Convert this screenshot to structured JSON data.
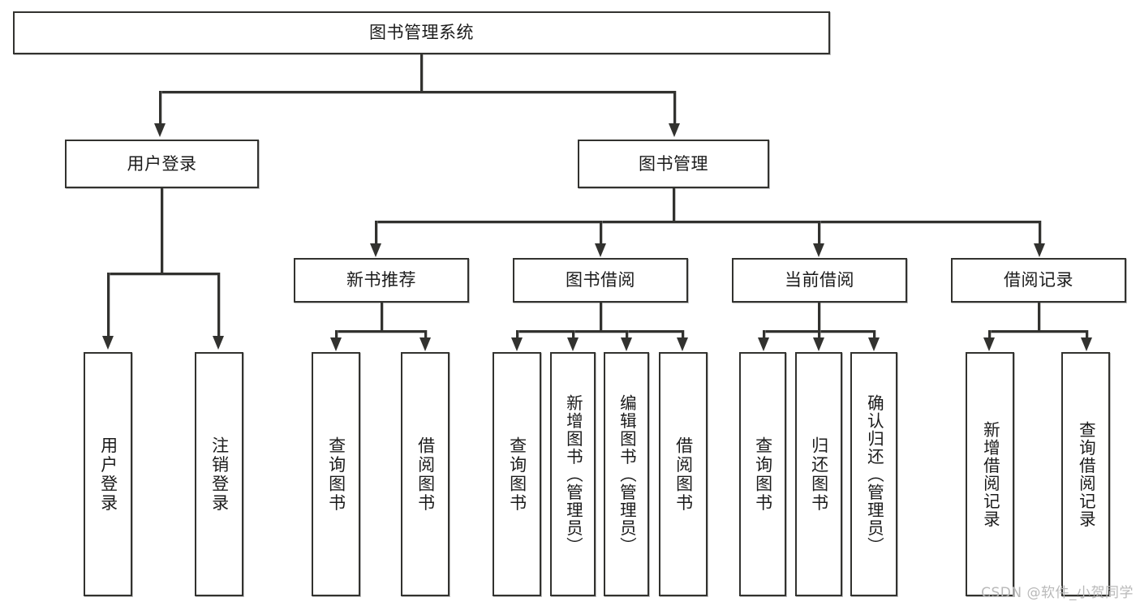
{
  "diagram": {
    "title": "图书管理系统",
    "type": "hierarchy-tree",
    "watermark": "CSDN @软件_小贺同学",
    "colors": {
      "border": "#32322f",
      "fill": "#ffffff",
      "text": "#1b1b1b",
      "connector": "#32322f",
      "watermark": "#b9b9b9"
    },
    "root": {
      "label": "图书管理系统"
    },
    "level2": [
      {
        "label": "用户登录"
      },
      {
        "label": "图书管理"
      }
    ],
    "level3": [
      {
        "label": "新书推荐"
      },
      {
        "label": "图书借阅"
      },
      {
        "label": "当前借阅"
      },
      {
        "label": "借阅记录"
      }
    ],
    "leaves": {
      "user_login": [
        {
          "label": "用户登录"
        },
        {
          "label": "注销登录"
        }
      ],
      "new_book_recommend": [
        {
          "label": "查询图书"
        },
        {
          "label": "借阅图书"
        }
      ],
      "book_borrow": [
        {
          "label": "查询图书"
        },
        {
          "label": "新增图书（管理员）"
        },
        {
          "label": "编辑图书（管理员）"
        },
        {
          "label": "借阅图书"
        }
      ],
      "current_borrow": [
        {
          "label": "查询图书"
        },
        {
          "label": "归还图书"
        },
        {
          "label": "确认归还（管理员）"
        }
      ],
      "borrow_record": [
        {
          "label": "新增借阅记录"
        },
        {
          "label": "查询借阅记录"
        }
      ]
    }
  }
}
